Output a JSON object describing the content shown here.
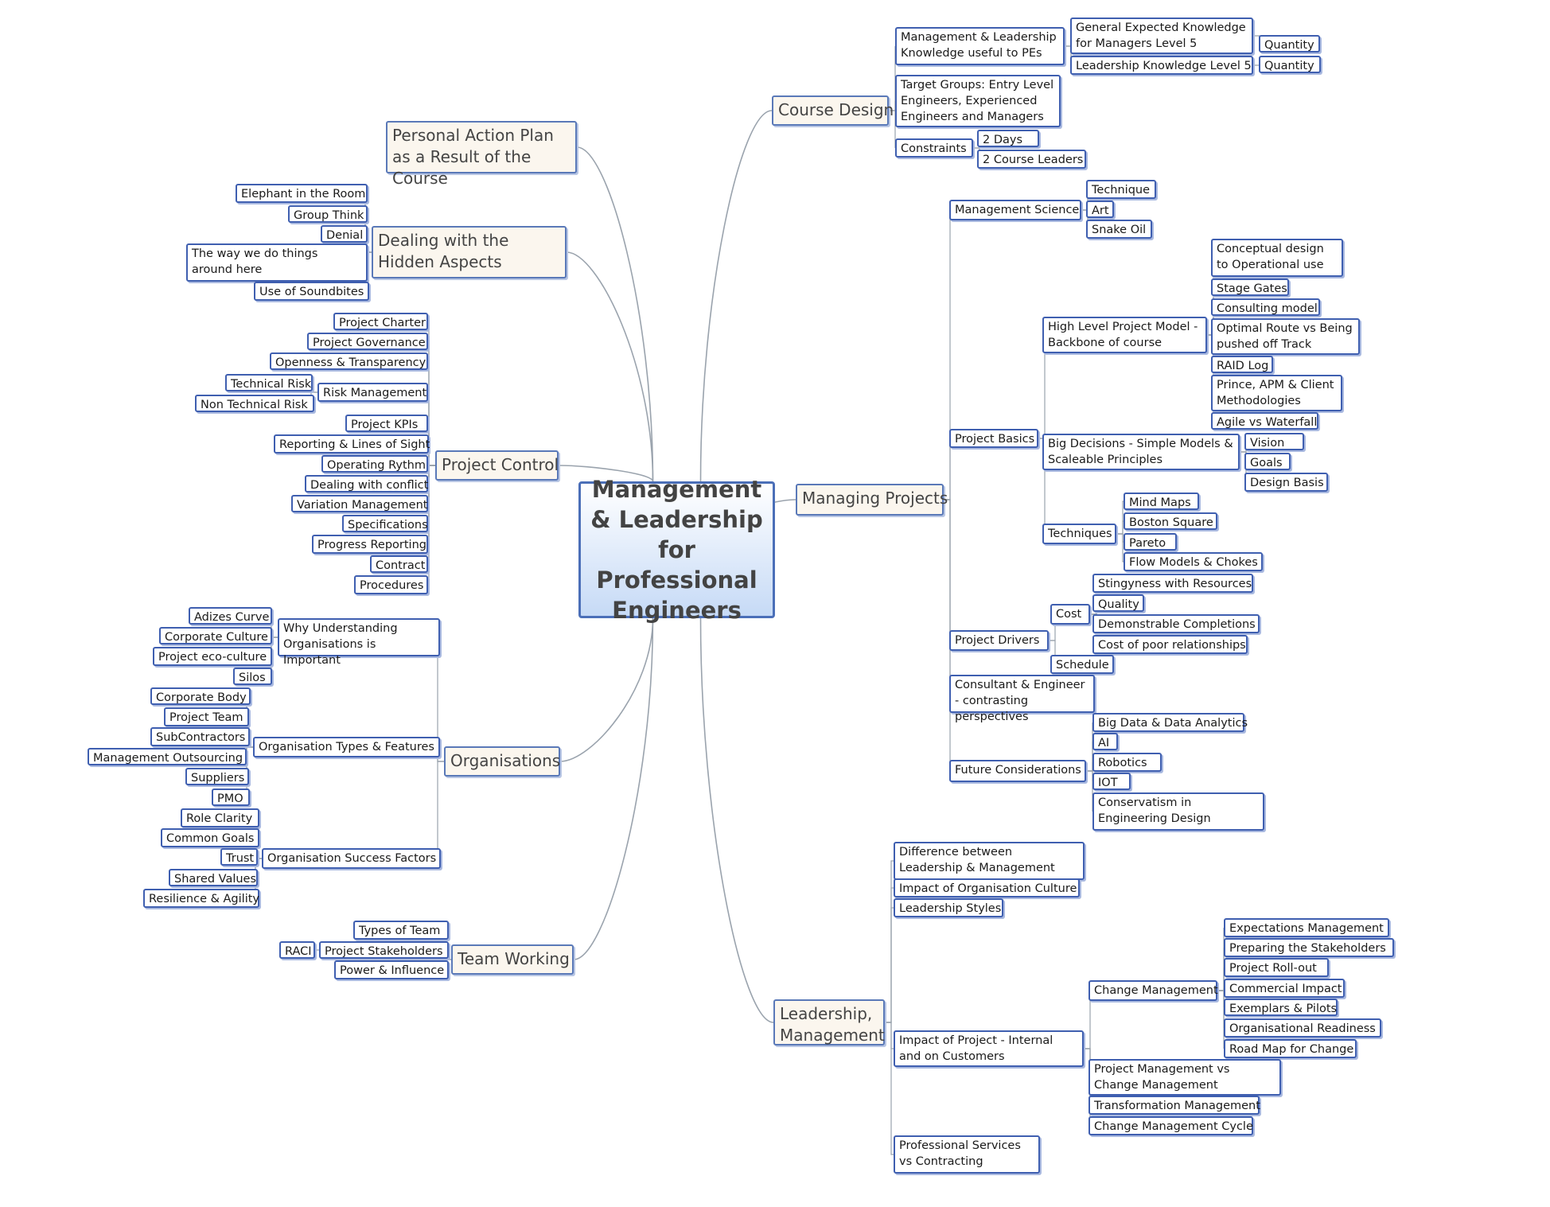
{
  "root": {
    "id": "root",
    "label": "Management & Leadership for Professional Engineers"
  },
  "nodes": [
    {
      "id": "n_course",
      "parent": "root",
      "label": "Course Design",
      "kind": "main"
    },
    {
      "id": "n_mlk",
      "parent": "n_course",
      "label": "Management & Leadership Knowledge useful to PEs",
      "kind": "sub"
    },
    {
      "id": "n_gek",
      "parent": "n_mlk",
      "label": "General Expected Knowledge for Managers Level 5",
      "kind": "sub"
    },
    {
      "id": "n_q1",
      "parent": "n_gek",
      "label": "Quantity",
      "kind": "sub"
    },
    {
      "id": "n_lk5",
      "parent": "n_mlk",
      "label": "Leadership Knowledge Level 5",
      "kind": "sub"
    },
    {
      "id": "n_q2",
      "parent": "n_lk5",
      "label": "Quantity",
      "kind": "sub"
    },
    {
      "id": "n_target",
      "parent": "n_course",
      "label": "Target Groups: Entry Level Engineers, Experienced Engineers and Managers",
      "kind": "sub"
    },
    {
      "id": "n_constraints",
      "parent": "n_course",
      "label": "Constraints",
      "kind": "sub"
    },
    {
      "id": "n_2days",
      "parent": "n_constraints",
      "label": "2 Days",
      "kind": "sub"
    },
    {
      "id": "n_2leaders",
      "parent": "n_constraints",
      "label": "2 Course Leaders",
      "kind": "sub"
    },
    {
      "id": "n_managing",
      "parent": "root",
      "label": "Managing Projects",
      "kind": "main"
    },
    {
      "id": "n_msci",
      "parent": "n_managing",
      "label": "Management Science",
      "kind": "sub"
    },
    {
      "id": "n_tech",
      "parent": "n_msci",
      "label": "Technique",
      "kind": "sub"
    },
    {
      "id": "n_art",
      "parent": "n_msci",
      "label": "Art",
      "kind": "sub"
    },
    {
      "id": "n_snake",
      "parent": "n_msci",
      "label": "Snake Oil",
      "kind": "sub"
    },
    {
      "id": "n_basics",
      "parent": "n_managing",
      "label": "Project Basics",
      "kind": "sub"
    },
    {
      "id": "n_hlpm",
      "parent": "n_basics",
      "label": "High Level Project Model - Backbone of course",
      "kind": "sub"
    },
    {
      "id": "n_concept",
      "parent": "n_hlpm",
      "label": "Conceptual design to Operational use",
      "kind": "sub"
    },
    {
      "id": "n_stage",
      "parent": "n_hlpm",
      "label": "Stage Gates",
      "kind": "sub"
    },
    {
      "id": "n_consult",
      "parent": "n_hlpm",
      "label": "Consulting model",
      "kind": "sub"
    },
    {
      "id": "n_optimal",
      "parent": "n_hlpm",
      "label": "Optimal Route vs  Being pushed off Track",
      "kind": "sub"
    },
    {
      "id": "n_raid",
      "parent": "n_hlpm",
      "label": "RAID Log",
      "kind": "sub"
    },
    {
      "id": "n_prince",
      "parent": "n_hlpm",
      "label": "Prince, APM & Client Methodologies",
      "kind": "sub"
    },
    {
      "id": "n_agile",
      "parent": "n_hlpm",
      "label": "Agile vs Waterfall",
      "kind": "sub"
    },
    {
      "id": "n_bigdec",
      "parent": "n_basics",
      "label": "Big Decisions - Simple Models & Scaleable Principles",
      "kind": "sub"
    },
    {
      "id": "n_vision",
      "parent": "n_bigdec",
      "label": "Vision",
      "kind": "sub"
    },
    {
      "id": "n_goals",
      "parent": "n_bigdec",
      "label": "Goals",
      "kind": "sub"
    },
    {
      "id": "n_design",
      "parent": "n_bigdec",
      "label": "Design Basis",
      "kind": "sub"
    },
    {
      "id": "n_techniques",
      "parent": "n_basics",
      "label": "Techniques",
      "kind": "sub"
    },
    {
      "id": "n_mind",
      "parent": "n_techniques",
      "label": "Mind Maps",
      "kind": "sub"
    },
    {
      "id": "n_boston",
      "parent": "n_techniques",
      "label": "Boston Square",
      "kind": "sub"
    },
    {
      "id": "n_pareto",
      "parent": "n_techniques",
      "label": "Pareto",
      "kind": "sub"
    },
    {
      "id": "n_flow",
      "parent": "n_techniques",
      "label": "Flow Models & Chokes",
      "kind": "sub"
    },
    {
      "id": "n_drivers",
      "parent": "n_managing",
      "label": "Project Drivers",
      "kind": "sub"
    },
    {
      "id": "n_cost",
      "parent": "n_drivers",
      "label": "Cost",
      "kind": "sub"
    },
    {
      "id": "n_sting",
      "parent": "n_cost",
      "label": "Stingyness with Resources",
      "kind": "sub"
    },
    {
      "id": "n_quality",
      "parent": "n_cost",
      "label": "Quality",
      "kind": "sub"
    },
    {
      "id": "n_demo",
      "parent": "n_cost",
      "label": "Demonstrable Completions",
      "kind": "sub"
    },
    {
      "id": "n_poor",
      "parent": "n_cost",
      "label": "Cost of poor relationships",
      "kind": "sub"
    },
    {
      "id": "n_schedule",
      "parent": "n_drivers",
      "label": "Schedule",
      "kind": "sub"
    },
    {
      "id": "n_cons_eng",
      "parent": "n_managing",
      "label": "Consultant & Engineer - contrasting perspectives",
      "kind": "sub"
    },
    {
      "id": "n_future",
      "parent": "n_managing",
      "label": "Future Considerations",
      "kind": "sub"
    },
    {
      "id": "n_bigdata",
      "parent": "n_future",
      "label": "Big Data & Data Analytics",
      "kind": "sub"
    },
    {
      "id": "n_ai",
      "parent": "n_future",
      "label": "AI",
      "kind": "sub"
    },
    {
      "id": "n_robotics",
      "parent": "n_future",
      "label": "Robotics",
      "kind": "sub"
    },
    {
      "id": "n_iot",
      "parent": "n_future",
      "label": "IOT",
      "kind": "sub"
    },
    {
      "id": "n_conserv",
      "parent": "n_future",
      "label": "Conservatism in Engineering Design",
      "kind": "sub"
    },
    {
      "id": "n_leadmgmt",
      "parent": "root",
      "label": "Leadership, Management",
      "kind": "main"
    },
    {
      "id": "n_diff",
      "parent": "n_leadmgmt",
      "label": "Difference between Leadership & Management",
      "kind": "sub"
    },
    {
      "id": "n_impact_org",
      "parent": "n_leadmgmt",
      "label": "Impact of Organisation Culture",
      "kind": "sub"
    },
    {
      "id": "n_styles",
      "parent": "n_leadmgmt",
      "label": "Leadership Styles",
      "kind": "sub"
    },
    {
      "id": "n_impact_proj",
      "parent": "n_leadmgmt",
      "label": "Impact of Project - Internal and on Customers",
      "kind": "sub"
    },
    {
      "id": "n_change",
      "parent": "n_impact_proj",
      "label": "Change Management",
      "kind": "sub"
    },
    {
      "id": "n_expect",
      "parent": "n_change",
      "label": "Expectations Management",
      "kind": "sub"
    },
    {
      "id": "n_prep",
      "parent": "n_change",
      "label": "Preparing the Stakeholders",
      "kind": "sub"
    },
    {
      "id": "n_rollout",
      "parent": "n_change",
      "label": "Project Roll-out",
      "kind": "sub"
    },
    {
      "id": "n_commercial",
      "parent": "n_change",
      "label": "Commercial Impact",
      "kind": "sub"
    },
    {
      "id": "n_exemplars",
      "parent": "n_change",
      "label": "Exemplars & Pilots",
      "kind": "sub"
    },
    {
      "id": "n_readiness",
      "parent": "n_change",
      "label": "Organisational Readiness",
      "kind": "sub"
    },
    {
      "id": "n_roadmap",
      "parent": "n_change",
      "label": "Road Map for Change",
      "kind": "sub"
    },
    {
      "id": "n_pmvcm",
      "parent": "n_impact_proj",
      "label": "Project Management vs Change Management",
      "kind": "sub"
    },
    {
      "id": "n_transform",
      "parent": "n_impact_proj",
      "label": "Transformation Management",
      "kind": "sub"
    },
    {
      "id": "n_cycle",
      "parent": "n_impact_proj",
      "label": "Change Management Cycle",
      "kind": "sub"
    },
    {
      "id": "n_profserv",
      "parent": "n_leadmgmt",
      "label": "Professional Services vs Contracting",
      "kind": "sub"
    },
    {
      "id": "n_personal",
      "parent": "root",
      "label": "Personal Action Plan as a Result of the Course",
      "kind": "main"
    },
    {
      "id": "n_hidden",
      "parent": "root",
      "label": "Dealing with the Hidden Aspects",
      "kind": "main"
    },
    {
      "id": "n_elephant",
      "parent": "n_hidden",
      "label": "Elephant in the Room",
      "kind": "sub"
    },
    {
      "id": "n_group",
      "parent": "n_hidden",
      "label": "Group Think",
      "kind": "sub"
    },
    {
      "id": "n_denial",
      "parent": "n_hidden",
      "label": "Denial",
      "kind": "sub"
    },
    {
      "id": "n_wayweDo",
      "parent": "n_hidden",
      "label": "The way we do things around here",
      "kind": "sub"
    },
    {
      "id": "n_soundbites",
      "parent": "n_hidden",
      "label": "Use of Soundbites",
      "kind": "sub"
    },
    {
      "id": "n_control",
      "parent": "root",
      "label": "Project Control",
      "kind": "main"
    },
    {
      "id": "n_charter",
      "parent": "n_control",
      "label": "Project Charter",
      "kind": "sub"
    },
    {
      "id": "n_gov",
      "parent": "n_control",
      "label": "Project Governance",
      "kind": "sub"
    },
    {
      "id": "n_open",
      "parent": "n_control",
      "label": "Openness & Transparency",
      "kind": "sub"
    },
    {
      "id": "n_risk",
      "parent": "n_control",
      "label": "Risk Management",
      "kind": "sub"
    },
    {
      "id": "n_techrisk",
      "parent": "n_risk",
      "label": "Technical Risk",
      "kind": "sub"
    },
    {
      "id": "n_nontech",
      "parent": "n_risk",
      "label": "Non Technical Risk",
      "kind": "sub"
    },
    {
      "id": "n_kpis",
      "parent": "n_control",
      "label": "Project KPIs",
      "kind": "sub"
    },
    {
      "id": "n_report",
      "parent": "n_control",
      "label": "Reporting & Lines of Sight",
      "kind": "sub"
    },
    {
      "id": "n_rythm",
      "parent": "n_control",
      "label": "Operating Rythm",
      "kind": "sub"
    },
    {
      "id": "n_conflict",
      "parent": "n_control",
      "label": "Dealing with conflict",
      "kind": "sub"
    },
    {
      "id": "n_variation",
      "parent": "n_control",
      "label": "Variation Management",
      "kind": "sub"
    },
    {
      "id": "n_specs",
      "parent": "n_control",
      "label": "Specifications",
      "kind": "sub"
    },
    {
      "id": "n_progress",
      "parent": "n_control",
      "label": "Progress Reporting",
      "kind": "sub"
    },
    {
      "id": "n_contract",
      "parent": "n_control",
      "label": "Contract",
      "kind": "sub"
    },
    {
      "id": "n_procedures",
      "parent": "n_control",
      "label": "Procedures",
      "kind": "sub"
    },
    {
      "id": "n_orgs",
      "parent": "root",
      "label": "Organisations",
      "kind": "main"
    },
    {
      "id": "n_why",
      "parent": "n_orgs",
      "label": "Why Understanding Organisations is Important",
      "kind": "sub"
    },
    {
      "id": "n_adizes",
      "parent": "n_why",
      "label": "Adizes Curve",
      "kind": "sub"
    },
    {
      "id": "n_corpcult",
      "parent": "n_why",
      "label": "Corporate Culture",
      "kind": "sub"
    },
    {
      "id": "n_eco",
      "parent": "n_why",
      "label": "Project eco-culture",
      "kind": "sub"
    },
    {
      "id": "n_silos",
      "parent": "n_why",
      "label": "Silos",
      "kind": "sub"
    },
    {
      "id": "n_types",
      "parent": "n_orgs",
      "label": "Organisation Types & Features",
      "kind": "sub"
    },
    {
      "id": "n_corpbody",
      "parent": "n_types",
      "label": "Corporate Body",
      "kind": "sub"
    },
    {
      "id": "n_projteam",
      "parent": "n_types",
      "label": "Project Team",
      "kind": "sub"
    },
    {
      "id": "n_subcon",
      "parent": "n_types",
      "label": "SubContractors",
      "kind": "sub"
    },
    {
      "id": "n_outsource",
      "parent": "n_types",
      "label": "Management Outsourcing",
      "kind": "sub"
    },
    {
      "id": "n_suppliers",
      "parent": "n_types",
      "label": "Suppliers",
      "kind": "sub"
    },
    {
      "id": "n_pmo",
      "parent": "n_types",
      "label": "PMO",
      "kind": "sub"
    },
    {
      "id": "n_success",
      "parent": "n_orgs",
      "label": "Organisation Success Factors",
      "kind": "sub"
    },
    {
      "id": "n_role",
      "parent": "n_success",
      "label": "Role Clarity",
      "kind": "sub"
    },
    {
      "id": "n_common",
      "parent": "n_success",
      "label": "Common Goals",
      "kind": "sub"
    },
    {
      "id": "n_trust",
      "parent": "n_success",
      "label": "Trust",
      "kind": "sub"
    },
    {
      "id": "n_shared",
      "parent": "n_success",
      "label": "Shared Values",
      "kind": "sub"
    },
    {
      "id": "n_resil",
      "parent": "n_success",
      "label": "Resilience & Agility",
      "kind": "sub"
    },
    {
      "id": "n_team",
      "parent": "root",
      "label": "Team Working",
      "kind": "main"
    },
    {
      "id": "n_types_team",
      "parent": "n_team",
      "label": "Types of Team",
      "kind": "sub"
    },
    {
      "id": "n_stake",
      "parent": "n_team",
      "label": "Project Stakeholders",
      "kind": "sub"
    },
    {
      "id": "n_raci",
      "parent": "n_stake",
      "label": "RACI",
      "kind": "sub"
    },
    {
      "id": "n_power",
      "parent": "n_team",
      "label": "Power & Influence",
      "kind": "sub"
    }
  ],
  "colors": {
    "connector": "#9aa3ad",
    "sub_border": "#3f5fb0",
    "main_border": "#5a79b8",
    "root_border": "#4b6fb8"
  }
}
